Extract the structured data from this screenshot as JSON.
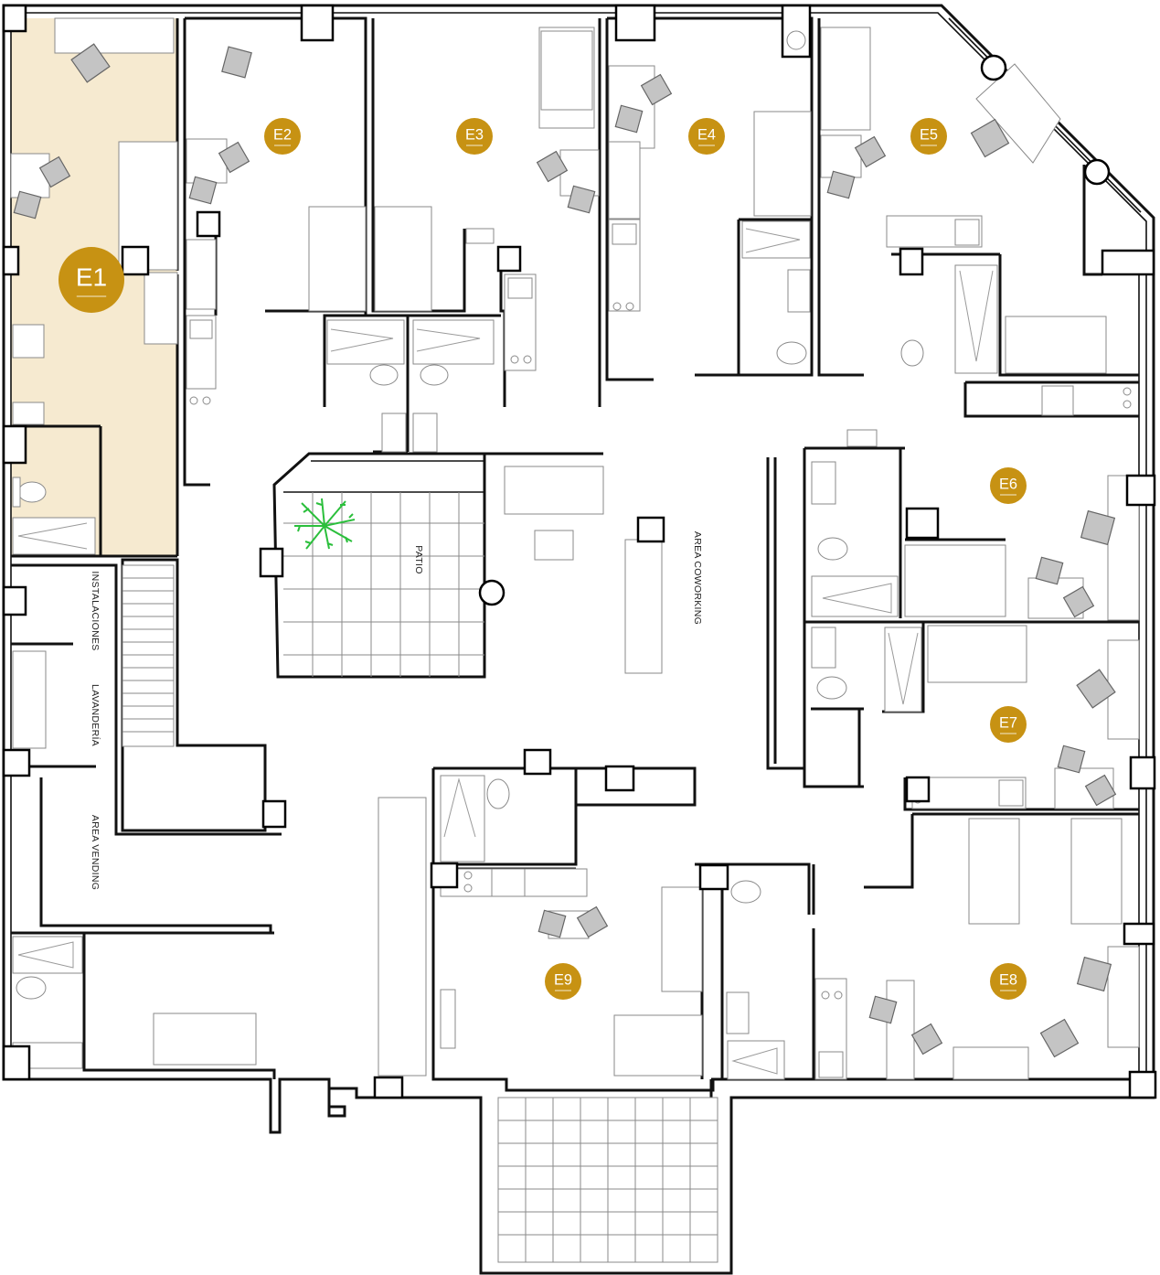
{
  "plan": {
    "highlight_color": "#f6ead0",
    "badge_color": "#c79213",
    "wall_color": "#111111",
    "plant_color": "#2bbf3c",
    "chair_color": "#c4c4c4"
  },
  "units": [
    {
      "id": "E1",
      "label": "E1",
      "selected": true
    },
    {
      "id": "E2",
      "label": "E2",
      "selected": false
    },
    {
      "id": "E3",
      "label": "E3",
      "selected": false
    },
    {
      "id": "E4",
      "label": "E4",
      "selected": false
    },
    {
      "id": "E5",
      "label": "E5",
      "selected": false
    },
    {
      "id": "E6",
      "label": "E6",
      "selected": false
    },
    {
      "id": "E7",
      "label": "E7",
      "selected": false
    },
    {
      "id": "E8",
      "label": "E8",
      "selected": false
    },
    {
      "id": "E9",
      "label": "E9",
      "selected": false
    }
  ],
  "areas": {
    "patio": "PATIO",
    "coworking": "AREA COWORKING",
    "instalaciones": "INSTALACIONES",
    "lavanderia": "LAVANDERÍA",
    "vending": "AREA VENDING"
  }
}
